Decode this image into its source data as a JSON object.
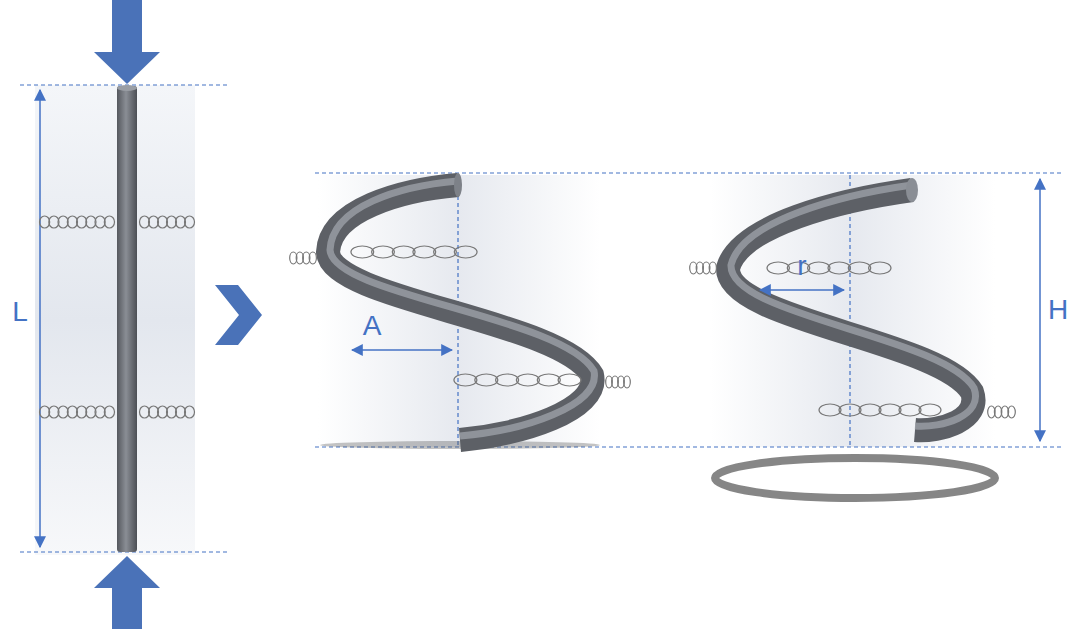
{
  "diagram": {
    "labels": [
      "L",
      "A",
      "r",
      "H"
    ]
  }
}
